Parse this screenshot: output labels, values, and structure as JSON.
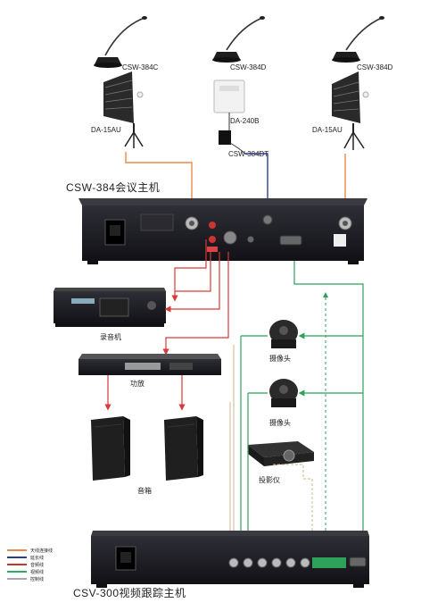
{
  "labels": {
    "mic_left": "CSW-384C",
    "mic_center": "CSW-384D",
    "mic_right": "CSW-384D",
    "antenna_left": "DA-15AU",
    "antenna_right": "DA-15AU",
    "da240b": "DA-240B",
    "adapter": "CSW-384DT",
    "host": "CSW-384会议主机",
    "recorder": "录音机",
    "camera_1": "摄像头",
    "camera_2": "摄像头",
    "amplifier": "功放",
    "speaker": "音箱",
    "projector": "投影仪",
    "tracking_host": "CSV-300视频跟踪主机"
  },
  "legend": [
    {
      "text": "天线连接线",
      "color": "#e88a4a"
    },
    {
      "text": "延长线",
      "color": "#2c3e8f"
    },
    {
      "text": "音频线",
      "color": "#c0392b"
    },
    {
      "text": "视频线",
      "color": "#27ae60"
    },
    {
      "text": "控制线",
      "color": "#aaaaaa"
    }
  ],
  "colors": {
    "antenna_line": "#e88a4a",
    "extension_line": "#2c3e8f",
    "audio_line": "#d63a3a",
    "video_line": "#2ea15a",
    "control_line": "#c9b78a",
    "device_dark": "#1c1c22"
  }
}
